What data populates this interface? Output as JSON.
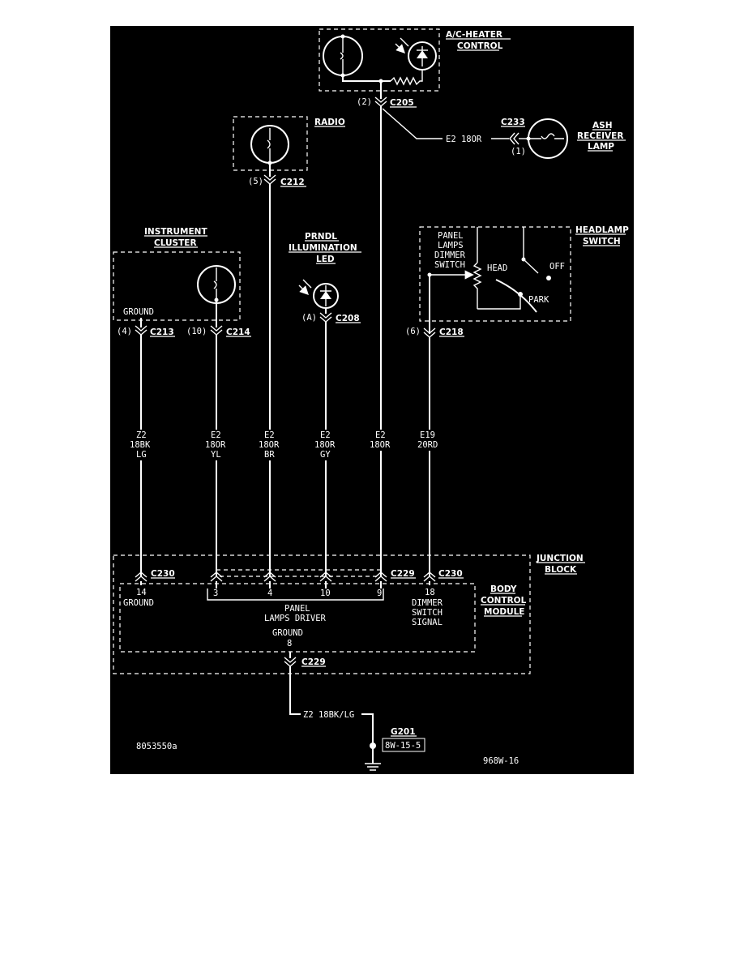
{
  "components": {
    "ac_heater": {
      "title_l1": "A/C-HEATER",
      "title_l2": "CONTROL"
    },
    "radio": {
      "title": "RADIO"
    },
    "ash_lamp": {
      "title_l1": "ASH",
      "title_l2": "RECEIVER",
      "title_l3": "LAMP"
    },
    "instrument_cluster": {
      "title_l1": "INSTRUMENT",
      "title_l2": "CLUSTER",
      "ground_label": "GROUND"
    },
    "prndl": {
      "title_l1": "PRNDL",
      "title_l2": "ILLUMINATION",
      "title_l3": "LED"
    },
    "headlamp_switch": {
      "title_l1": "HEADLAMP",
      "title_l2": "SWITCH",
      "dimmer_l1": "PANEL",
      "dimmer_l2": "LAMPS",
      "dimmer_l3": "DIMMER",
      "dimmer_l4": "SWITCH",
      "head": "HEAD",
      "off": "OFF",
      "park": "PARK"
    },
    "junction_block": {
      "title_l1": "JUNCTION",
      "title_l2": "BLOCK"
    },
    "bcm": {
      "title_l1": "BODY",
      "title_l2": "CONTROL",
      "title_l3": "MODULE",
      "pin14": "14",
      "pin14_label": "GROUND",
      "pin3": "3",
      "pin4": "4",
      "pin10": "10",
      "pin9": "9",
      "driver_l1": "PANEL",
      "driver_l2": "LAMPS DRIVER",
      "ground_l1": "GROUND",
      "ground_pin": "8",
      "pin18": "18",
      "pin18_l1": "DIMMER",
      "pin18_l2": "SWITCH",
      "pin18_l3": "SIGNAL"
    }
  },
  "connectors": {
    "c205": {
      "pin": "(2)",
      "name": "C205"
    },
    "c233": {
      "pin": "(1)",
      "name": "C233"
    },
    "c212": {
      "pin": "(5)",
      "name": "C212"
    },
    "c213": {
      "pin": "(4)",
      "name": "C213"
    },
    "c214": {
      "pin": "(10)",
      "name": "C214"
    },
    "c208": {
      "pin": "(A)",
      "name": "C208"
    },
    "c218": {
      "pin": "(6)",
      "name": "C218"
    },
    "c230a": {
      "name": "C230"
    },
    "c229a": {
      "name": "C229"
    },
    "c230b": {
      "name": "C230"
    },
    "c229b": {
      "name": "C229"
    }
  },
  "wires": {
    "ash_feed": "E2 18OR",
    "w1": {
      "l1": "Z2",
      "l2": "18BK",
      "l3": "LG"
    },
    "w2": {
      "l1": "E2",
      "l2": "18OR",
      "l3": "YL"
    },
    "w3": {
      "l1": "E2",
      "l2": "18OR",
      "l3": "BR"
    },
    "w4": {
      "l1": "E2",
      "l2": "18OR",
      "l3": "GY"
    },
    "w5": {
      "l1": "E2",
      "l2": "18OR"
    },
    "w6": {
      "l1": "E19",
      "l2": "20RD"
    },
    "ground_wire": "Z2 18BK/LG"
  },
  "ground": {
    "name": "G201",
    "ref": "8W-15-5"
  },
  "footer": {
    "left_id": "8053550a",
    "right_id": "968W-16"
  }
}
